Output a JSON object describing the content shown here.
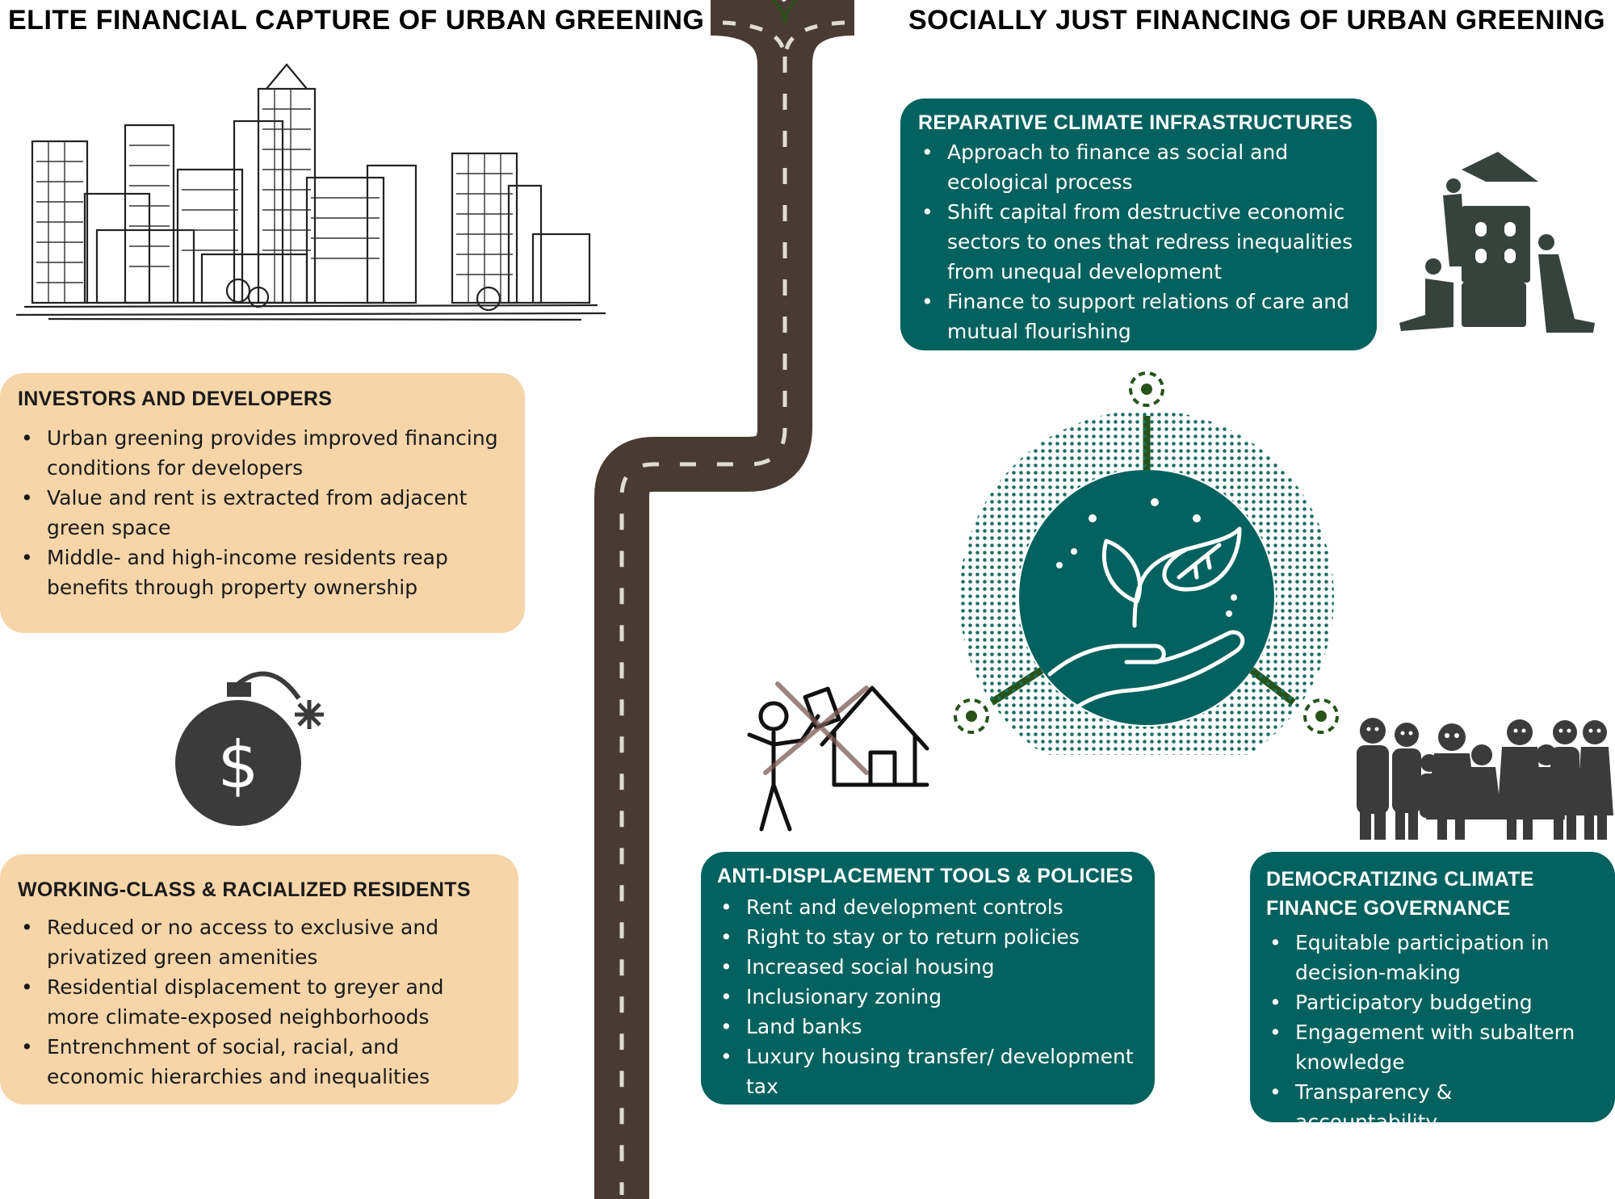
{
  "left": {
    "heading": "ELITE FINANCIAL CAPTURE OF URBAN GREENING",
    "investors_box": {
      "title": "INVESTORS AND DEVELOPERS",
      "items": [
        "Urban greening provides improved financing conditions for developers",
        "Value and rent is extracted from adjacent green space",
        "Middle- and high-income residents reap benefits through property ownership"
      ]
    },
    "working_class_box": {
      "title": "WORKING-CLASS & RACIALIZED RESIDENTS",
      "items": [
        "Reduced or no access to exclusive and privatized green amenities",
        "Residential displacement to greyer and more climate-exposed neighborhoods",
        "Entrenchment of social, racial, and economic hierarchies and inequalities"
      ]
    }
  },
  "right": {
    "heading": "SOCIALLY JUST FINANCING OF URBAN GREENING",
    "reparative_box": {
      "title": "REPARATIVE CLIMATE INFRASTRUCTURES",
      "items": [
        "Approach to finance as social and ecological process",
        "Shift capital from destructive economic sectors to ones that redress inequalities from unequal development",
        "Finance to support relations of care and mutual flourishing"
      ]
    },
    "anti_displacement_box": {
      "title": "ANTI-DISPLACEMENT TOOLS & POLICIES",
      "items": [
        "Rent and development controls",
        "Right to stay or to return policies",
        "Increased social housing",
        "Inclusionary zoning",
        "Land banks",
        "Luxury housing transfer/ development tax"
      ]
    },
    "democratizing_box": {
      "title": "DEMOCRATIZING CLIMATE FINANCE GOVERNANCE",
      "items": [
        "Equitable participation in decision-making",
        "Participatory budgeting",
        "Engagement with subaltern knowledge",
        "Transparency & accountability"
      ]
    }
  },
  "colors": {
    "peach": "#f6d5a9",
    "teal": "#03625f",
    "road": "#4a3b32",
    "road_dash": "#e0dcd2",
    "connector_green": "#27531b",
    "icon_dark": "#3b3b3b"
  },
  "icons": {
    "cityscape": "city-skyline-sketch-icon",
    "bomb": "dollar-bomb-icon",
    "puzzle": "people-building-puzzle-icon",
    "plant_hand": "seedling-in-hand-icon",
    "eviction": "eviction-house-crossed-icon",
    "community": "community-group-icon",
    "road": "forking-road-icon"
  }
}
